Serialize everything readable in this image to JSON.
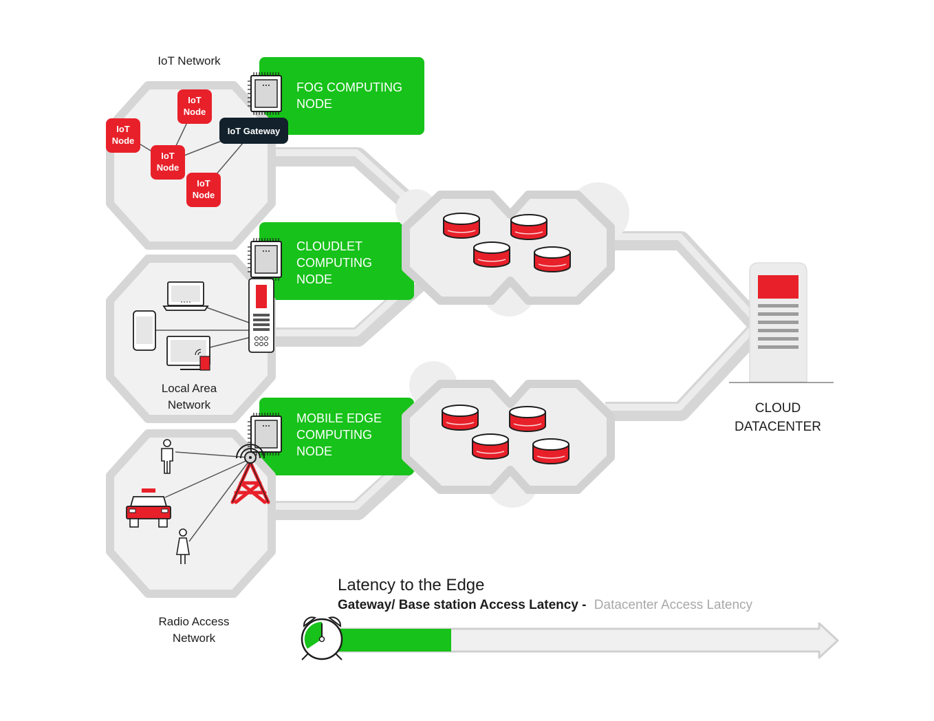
{
  "networks": {
    "iot": "IoT Network",
    "lan_line1": "Local Area",
    "lan_line2": "Network",
    "ran_line1": "Radio Access",
    "ran_line2": "Network"
  },
  "iot_nodes": [
    {
      "line1": "IoT",
      "line2": "Node"
    },
    {
      "line1": "IoT",
      "line2": "Node"
    },
    {
      "line1": "IoT",
      "line2": "Node"
    },
    {
      "line1": "IoT",
      "line2": "Node"
    }
  ],
  "iot_gateway": "IoT Gateway",
  "computing_nodes": {
    "fog": [
      "FOG COMPUTING",
      "NODE"
    ],
    "cloudlet": [
      "CLOUDLET",
      "COMPUTING",
      "NODE"
    ],
    "mobile_edge": [
      "MOBILE EDGE",
      "COMPUTING",
      "NODE"
    ]
  },
  "cloud_datacenter": [
    "CLOUD",
    "DATACENTER"
  ],
  "latency": {
    "title": "Latency to the Edge",
    "gateway_label": "Gateway/ Base station Access Latency -",
    "datacenter_label": "Datacenter Access Latency",
    "gateway_fraction": 0.25
  },
  "colors": {
    "green": "#17c21a",
    "red": "#e8202a",
    "gray": "#d6d6d6",
    "dark": "#12212b",
    "light_gray": "#f1f1f1"
  },
  "icons": [
    "chip-icon",
    "laptop-icon",
    "phone-icon",
    "monitor-icon",
    "router-icon",
    "person-icon",
    "car-icon",
    "antenna-tower-icon",
    "database-icon",
    "server-icon",
    "alarm-clock-icon"
  ]
}
